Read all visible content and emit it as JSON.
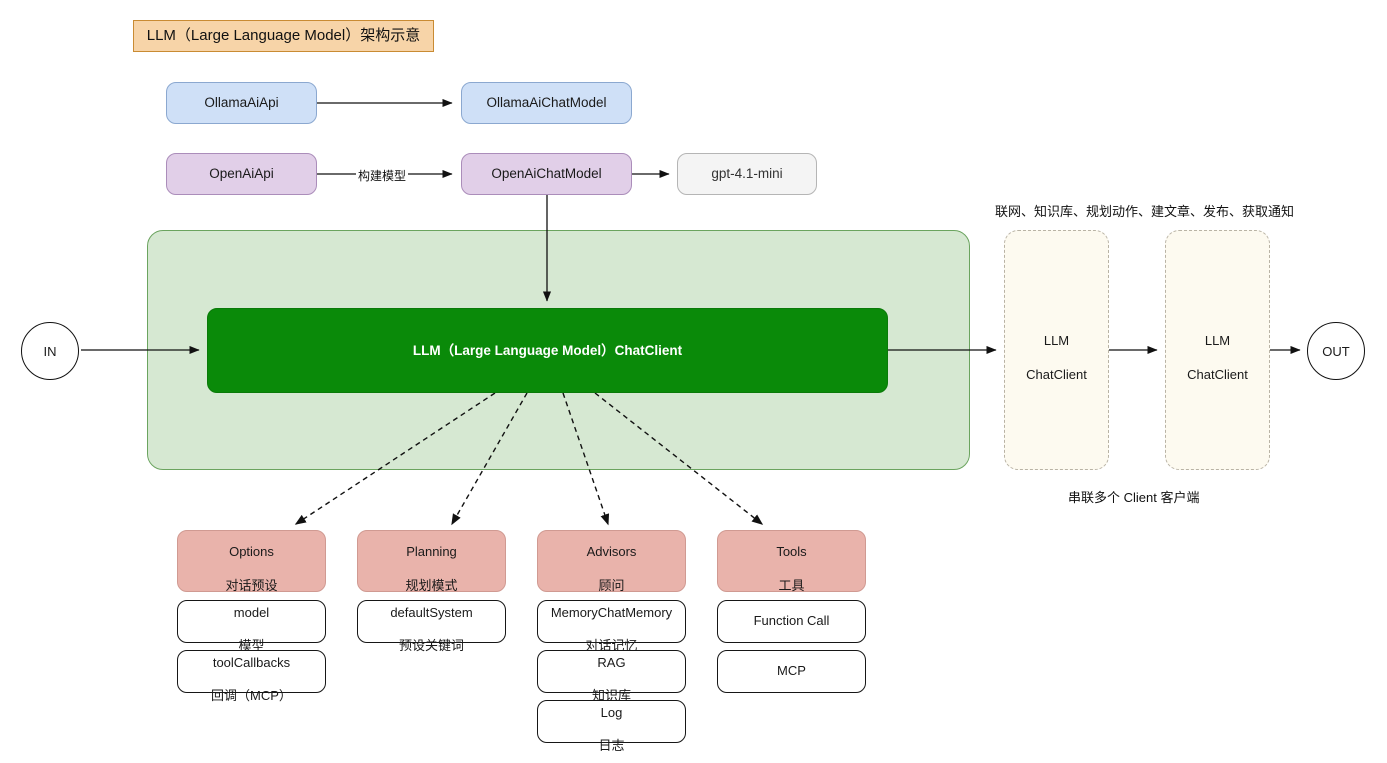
{
  "title": {
    "text": "LLM（Large Language Model）架构示意",
    "bg_color": "#f7d4a8",
    "border_color": "#c98b33"
  },
  "providers": {
    "ollama_api": "OllamaAiApi",
    "ollama_chat_model": "OllamaAiChatModel",
    "openai_api": "OpenAiApi",
    "openai_chat_model": "OpenAiChatModel",
    "model_name": "gpt-4.1-mini",
    "build_model_edge_label": "构建模型"
  },
  "flow": {
    "in_label": "IN",
    "out_label": "OUT",
    "core_label": "LLM（Large Language Model）ChatClient",
    "core_color": "#0a8a09",
    "container_color": "#d6e8d2"
  },
  "chain": {
    "top_note": "联网、知识库、规划动作、建文章、发布、获取通知",
    "bottom_note": "串联多个 Client 客户端",
    "clients": [
      {
        "line1": "LLM",
        "line2": "ChatClient"
      },
      {
        "line1": "LLM",
        "line2": "ChatClient"
      }
    ]
  },
  "features": [
    {
      "header": {
        "line1": "Options",
        "line2": "对话预设"
      },
      "items": [
        {
          "line1": "model",
          "line2": "模型"
        },
        {
          "line1": "toolCallbacks",
          "line2": "回调（MCP）"
        }
      ]
    },
    {
      "header": {
        "line1": "Planning",
        "line2": "规划模式"
      },
      "items": [
        {
          "line1": "defaultSystem",
          "line2": "预设关键词"
        }
      ]
    },
    {
      "header": {
        "line1": "Advisors",
        "line2": "顾问"
      },
      "items": [
        {
          "line1": "MemoryChatMemory",
          "line2": "对话记忆"
        },
        {
          "line1": "RAG",
          "line2": "知识库"
        },
        {
          "line1": "Log",
          "line2": "日志"
        }
      ]
    },
    {
      "header": {
        "line1": "Tools",
        "line2": "工具"
      },
      "items": [
        {
          "line1": "Function Call",
          "line2": ""
        },
        {
          "line1": "MCP",
          "line2": ""
        }
      ]
    }
  ],
  "colors": {
    "blue_fill": "#cfe0f7",
    "purple_fill": "#e1cfe8",
    "pink_fill": "#e9b3ab",
    "gray_fill": "#f4f4f4",
    "cream_fill": "#fdfaf0"
  }
}
